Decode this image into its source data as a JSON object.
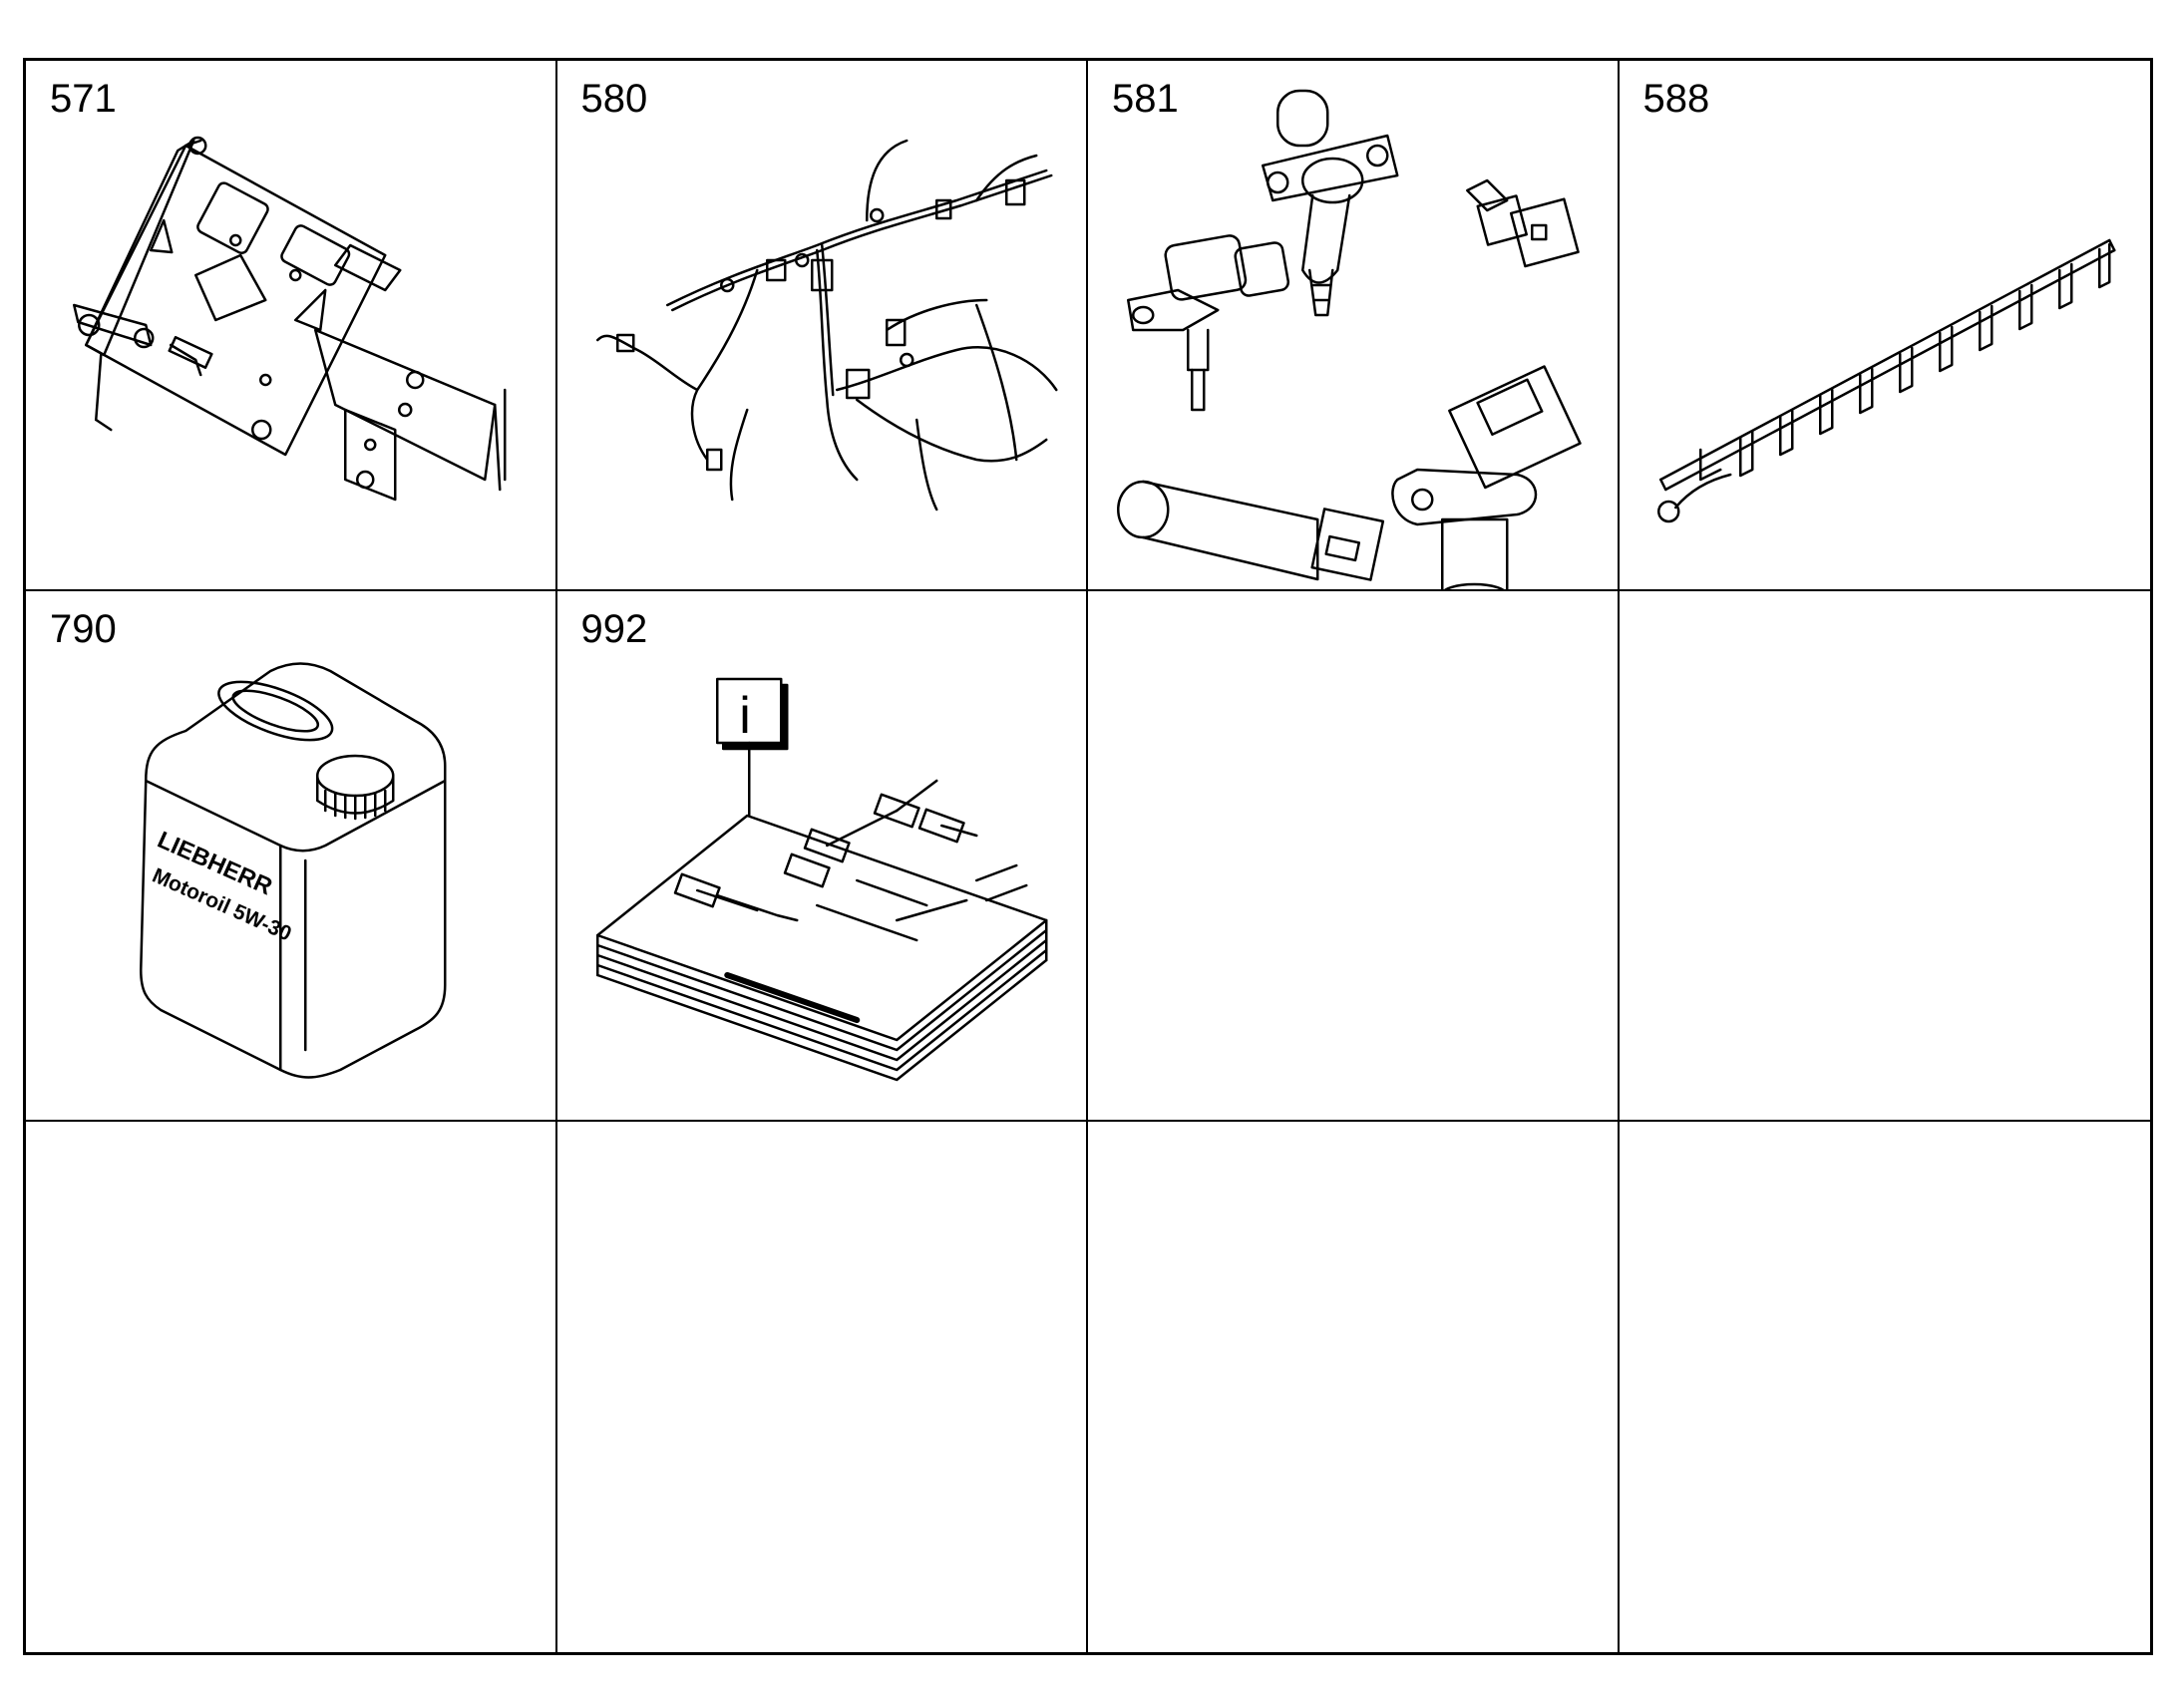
{
  "cells": [
    {
      "number": "571",
      "picture": "mounting-plate"
    },
    {
      "number": "580",
      "picture": "wiring-harness"
    },
    {
      "number": "581",
      "picture": "sensors"
    },
    {
      "number": "588",
      "picture": "cable-rail"
    },
    {
      "number": "790",
      "picture": "oil-canister",
      "label_brand": "LIEBHERR",
      "label_product": "Motoroil 5W-30"
    },
    {
      "number": "992",
      "picture": "documentation",
      "info_letter": "i"
    },
    {
      "number": ""
    },
    {
      "number": ""
    },
    {
      "number": ""
    },
    {
      "number": ""
    },
    {
      "number": ""
    },
    {
      "number": ""
    }
  ]
}
